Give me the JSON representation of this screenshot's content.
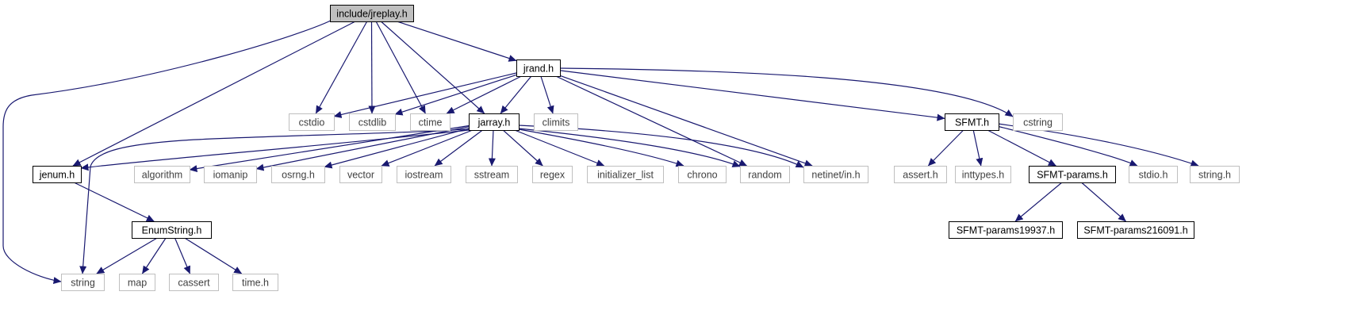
{
  "title": "include/jreplay.h",
  "colors": {
    "edge": "#191970",
    "focus_fill": "#bfbfbf",
    "documented_border": "#000000",
    "external_border": "#bfbfbf",
    "external_text": "#404040",
    "text": "#000000"
  },
  "nodes": [
    {
      "id": "jreplay",
      "label": "include/jreplay.h",
      "kind": "focus"
    },
    {
      "id": "jrand",
      "label": "jrand.h",
      "kind": "documented"
    },
    {
      "id": "cstdio",
      "label": "cstdio",
      "kind": "external"
    },
    {
      "id": "cstdlib",
      "label": "cstdlib",
      "kind": "external"
    },
    {
      "id": "ctime",
      "label": "ctime",
      "kind": "external"
    },
    {
      "id": "jarray",
      "label": "jarray.h",
      "kind": "documented"
    },
    {
      "id": "climits",
      "label": "climits",
      "kind": "external"
    },
    {
      "id": "sfmt",
      "label": "SFMT.h",
      "kind": "documented"
    },
    {
      "id": "cstring",
      "label": "cstring",
      "kind": "external"
    },
    {
      "id": "jenum",
      "label": "jenum.h",
      "kind": "documented"
    },
    {
      "id": "algorithm",
      "label": "algorithm",
      "kind": "external"
    },
    {
      "id": "iomanip",
      "label": "iomanip",
      "kind": "external"
    },
    {
      "id": "osrng",
      "label": "osrng.h",
      "kind": "external"
    },
    {
      "id": "vector",
      "label": "vector",
      "kind": "external"
    },
    {
      "id": "iostream",
      "label": "iostream",
      "kind": "external"
    },
    {
      "id": "sstream",
      "label": "sstream",
      "kind": "external"
    },
    {
      "id": "regex",
      "label": "regex",
      "kind": "external"
    },
    {
      "id": "initlist",
      "label": "initializer_list",
      "kind": "external"
    },
    {
      "id": "chrono",
      "label": "chrono",
      "kind": "external"
    },
    {
      "id": "random",
      "label": "random",
      "kind": "external"
    },
    {
      "id": "netinet",
      "label": "netinet/in.h",
      "kind": "external"
    },
    {
      "id": "asserth",
      "label": "assert.h",
      "kind": "external"
    },
    {
      "id": "inttypes",
      "label": "inttypes.h",
      "kind": "external"
    },
    {
      "id": "sfmtparams",
      "label": "SFMT-params.h",
      "kind": "documented"
    },
    {
      "id": "stdio",
      "label": "stdio.h",
      "kind": "external"
    },
    {
      "id": "stringh",
      "label": "string.h",
      "kind": "external"
    },
    {
      "id": "enumstring",
      "label": "EnumString.h",
      "kind": "documented"
    },
    {
      "id": "sfmt19937",
      "label": "SFMT-params19937.h",
      "kind": "documented"
    },
    {
      "id": "sfmt216091",
      "label": "SFMT-params216091.h",
      "kind": "documented"
    },
    {
      "id": "string",
      "label": "string",
      "kind": "external"
    },
    {
      "id": "map",
      "label": "map",
      "kind": "external"
    },
    {
      "id": "cassert",
      "label": "cassert",
      "kind": "external"
    },
    {
      "id": "timeh",
      "label": "time.h",
      "kind": "external"
    }
  ],
  "edges": [
    [
      "jreplay",
      "jrand"
    ],
    [
      "jreplay",
      "cstdio"
    ],
    [
      "jreplay",
      "cstdlib"
    ],
    [
      "jreplay",
      "ctime"
    ],
    [
      "jreplay",
      "jarray"
    ],
    [
      "jreplay",
      "jenum"
    ],
    [
      "jreplay",
      "string"
    ],
    [
      "jrand",
      "cstdio"
    ],
    [
      "jrand",
      "cstdlib"
    ],
    [
      "jrand",
      "ctime"
    ],
    [
      "jrand",
      "jarray"
    ],
    [
      "jrand",
      "climits"
    ],
    [
      "jrand",
      "sfmt"
    ],
    [
      "jrand",
      "cstring"
    ],
    [
      "jrand",
      "random"
    ],
    [
      "jrand",
      "netinet"
    ],
    [
      "jarray",
      "string"
    ],
    [
      "jarray",
      "jenum"
    ],
    [
      "jarray",
      "algorithm"
    ],
    [
      "jarray",
      "iomanip"
    ],
    [
      "jarray",
      "osrng"
    ],
    [
      "jarray",
      "vector"
    ],
    [
      "jarray",
      "iostream"
    ],
    [
      "jarray",
      "sstream"
    ],
    [
      "jarray",
      "regex"
    ],
    [
      "jarray",
      "initlist"
    ],
    [
      "jarray",
      "chrono"
    ],
    [
      "jarray",
      "random"
    ],
    [
      "jarray",
      "netinet"
    ],
    [
      "jenum",
      "enumstring"
    ],
    [
      "enumstring",
      "string"
    ],
    [
      "enumstring",
      "map"
    ],
    [
      "enumstring",
      "cassert"
    ],
    [
      "enumstring",
      "timeh"
    ],
    [
      "sfmt",
      "asserth"
    ],
    [
      "sfmt",
      "inttypes"
    ],
    [
      "sfmt",
      "sfmtparams"
    ],
    [
      "sfmt",
      "stdio"
    ],
    [
      "sfmt",
      "stringh"
    ],
    [
      "sfmtparams",
      "sfmt19937"
    ],
    [
      "sfmtparams",
      "sfmt216091"
    ]
  ]
}
